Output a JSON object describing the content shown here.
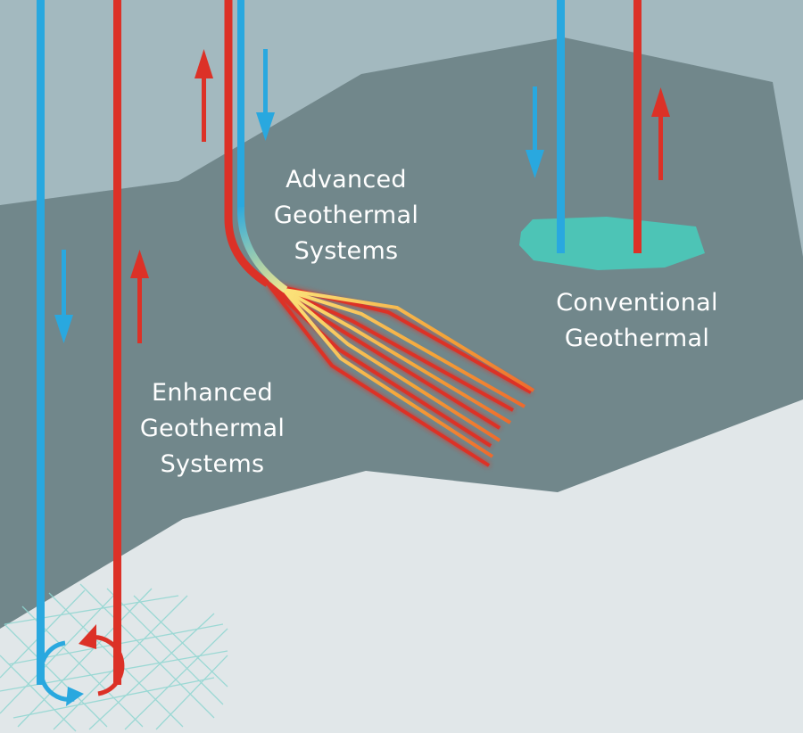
{
  "labels": {
    "enhanced": [
      "Enhanced",
      "Geothermal",
      "Systems"
    ],
    "advanced": [
      "Advanced",
      "Geothermal",
      "Systems"
    ],
    "conventional": [
      "Conventional",
      "Geothermal"
    ]
  },
  "colors": {
    "surface": "#a3b9bf",
    "rock": "#71878b",
    "deep_rock": "#e1e7e9",
    "injection_well": "#29a8df",
    "production_well": "#dc3127",
    "reservoir": "#4dc4b6",
    "fracture_network": "#8fd6d1",
    "hot_gradient": [
      "#dc3127",
      "#f37b27",
      "#fbe37b"
    ]
  },
  "icons": [
    "arrow-down-icon",
    "arrow-up-icon",
    "circulation-cycle-icon"
  ]
}
